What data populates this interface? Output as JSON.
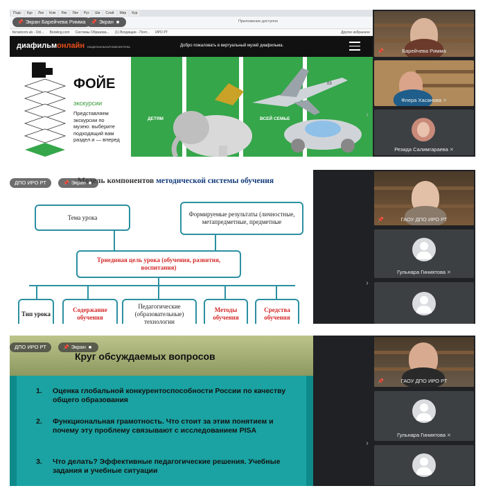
{
  "panel1": {
    "browser": {
      "tabs": [
        "Подс",
        "Кур",
        "Лек",
        "Ком",
        "Лек",
        "Лек",
        "Рус",
        "Ши",
        "Слай",
        "Мир",
        "Кур"
      ],
      "url_hint": "Приложение доступно",
      "bookmarks": [
        "fernetcom.ub - Onl...",
        "Booking.com",
        "Системы Образова...",
        "(1) Входящие - Почт...",
        "ИРО РТ"
      ],
      "bookmarks_other": "Другое избранное"
    },
    "site": {
      "logo_main": "диафильм",
      "logo_accent": "онлайн",
      "logo_sub": "НАЦИОНАЛЬНАЯ БИБЛИОТЕКА",
      "welcome": "Добро пожаловать в виртуальный музей диафильма.",
      "heading": "ФОЙЕ",
      "subheading": "экскурсии",
      "description": "Представляем экскурсии по музею: выберите подходящий вам раздел и — вперед",
      "tile_children": "ДЕТЯМ",
      "tile_all": "ВСЕЙ СЕМЬЕ"
    },
    "presenter_chip": "Экран Барейчева Римма",
    "screen_chip": "Экран",
    "participants": [
      {
        "name": "Барейчева Римма"
      },
      {
        "name": "Флера Хасанова"
      },
      {
        "name": "Резида Салимгараева"
      }
    ]
  },
  "panel2": {
    "chip_left": "ДПО ИРО РТ",
    "chip_screen": "Экран",
    "slide": {
      "title_left": "Модель компонентов",
      "title_right": "методической системы обучения",
      "box_topic": "Тема урока",
      "box_results": "Формируемые результаты (личностные, метапредметные, предметные",
      "box_goal": "Триединая цель урока (обучения, развития, воспитания)",
      "box_type": "Тип урока",
      "box_content": "Содержание обучения",
      "box_tech": "Педагогические (образовательные) технологии",
      "box_methods": "Методы обучения",
      "box_means": "Средства обучения"
    },
    "participants": [
      {
        "name": "ГАОУ ДПО ИРО РТ"
      },
      {
        "name": "Гульнара Гиниятова"
      },
      {
        "name": ""
      }
    ]
  },
  "panel3": {
    "chip_left": "ДПО ИРО РТ",
    "chip_screen": "Экран",
    "slide": {
      "title": "Круг обсуждаемых вопросов",
      "items": [
        {
          "n": "1.",
          "text": "Оценка глобальной конкурентоспособности России по качеству общего образования"
        },
        {
          "n": "2.",
          "text": "Функциональная грамотность. Что стоит за этим понятием и почему эту проблему связывают с исследованием PISA"
        },
        {
          "n": "3.",
          "text": "Что делать? Эффективные педагогические решения. Учебные задания и учебные ситуации"
        }
      ]
    },
    "participants": [
      {
        "name": "ГАОУ ДПО ИРО РТ"
      },
      {
        "name": "Гульнара Гиниятова"
      },
      {
        "name": ""
      }
    ]
  },
  "colors": {
    "accent_green": "#35a64a",
    "active_outline": "#5ac85a",
    "slide_teal": "#1aa3a2",
    "diagram_line": "#2b8fa1"
  }
}
